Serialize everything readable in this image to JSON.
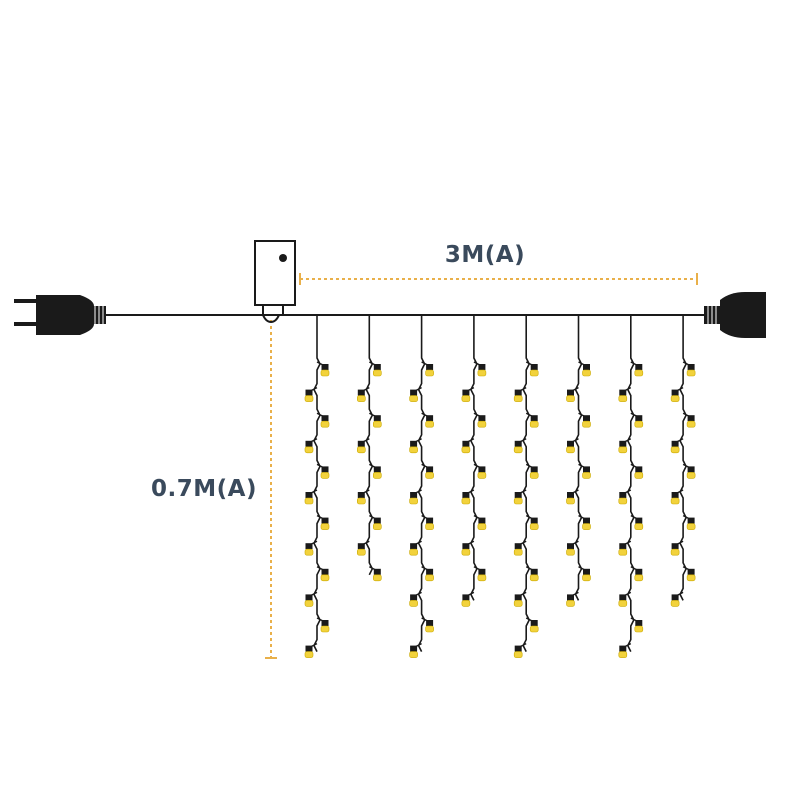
{
  "dimensions": {
    "width_label": "3M(A)",
    "height_label": "0.7M(A)"
  },
  "colors": {
    "wire": "#1a1a1a",
    "bulb": "#f2d23c",
    "bulb_edge": "#c9a800",
    "socket": "#1a1a1a",
    "dimension_line": "#e9b04a",
    "label": "#3a4a5c"
  },
  "icons": {
    "left_plug": "eu-plug-male-icon",
    "right_plug": "eu-socket-female-icon",
    "controller": "controller-box-icon"
  },
  "curtain": {
    "strand_count": 8,
    "bulb_rows": [
      [
        1,
        1,
        1,
        1,
        1,
        1,
        1,
        1
      ],
      [
        1,
        1,
        1,
        1,
        1,
        1,
        1,
        1
      ],
      [
        1,
        1,
        1,
        1,
        1,
        1,
        1,
        1
      ],
      [
        1,
        1,
        1,
        1,
        1,
        1,
        1,
        1
      ],
      [
        1,
        1,
        1,
        1,
        1,
        1,
        1,
        1
      ],
      [
        1,
        1,
        1,
        1,
        1,
        1,
        1,
        1
      ],
      [
        1,
        1,
        1,
        1,
        1,
        1,
        1,
        1
      ],
      [
        1,
        1,
        1,
        1,
        1,
        1,
        1,
        1
      ],
      [
        1,
        1,
        1,
        1,
        1,
        1,
        1,
        1
      ],
      [
        1,
        0,
        1,
        1,
        1,
        1,
        1,
        1
      ],
      [
        1,
        0,
        1,
        0,
        1,
        0,
        1,
        0
      ],
      [
        1,
        0,
        1,
        0,
        1,
        0,
        1,
        0
      ]
    ]
  }
}
